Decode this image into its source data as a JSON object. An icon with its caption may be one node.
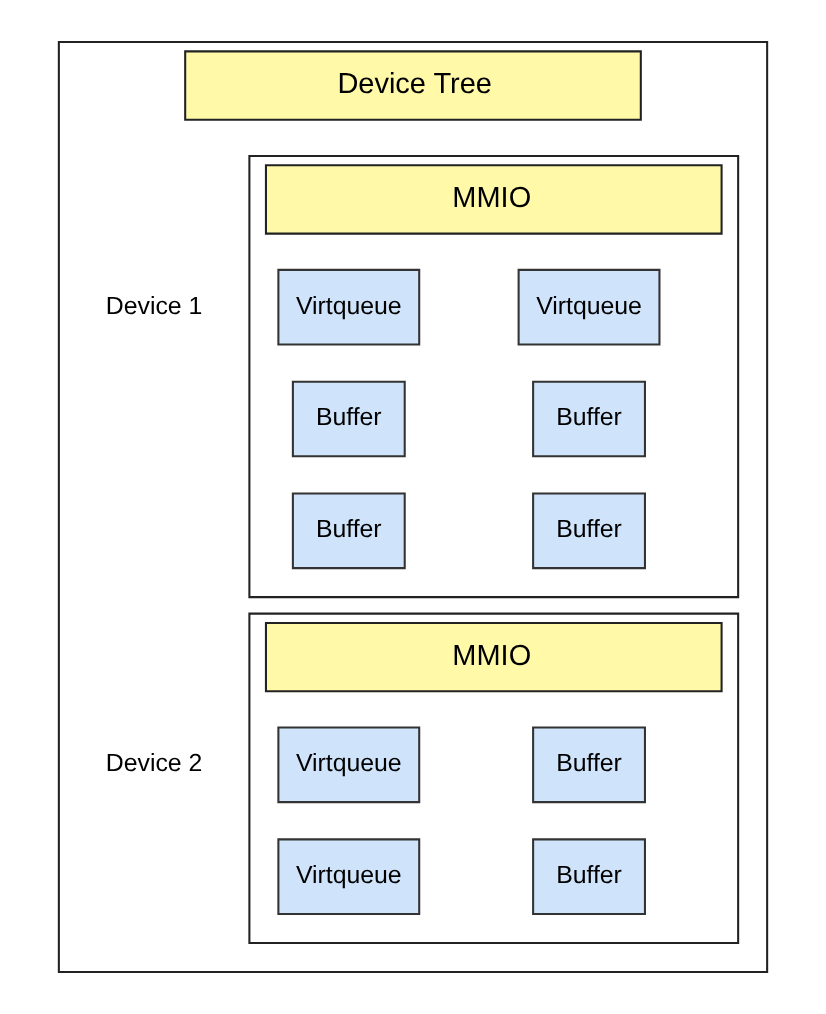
{
  "diagram": {
    "nodes": [
      {
        "text": [
          "Device Tree"
        ]
      },
      {
        "text": [
          "MMIO"
        ],
        "beside": [
          "Device 1"
        ],
        "in": 0
      },
      {
        "text": [
          "Virtqueue"
        ],
        "in": 1
      },
      {
        "text": [
          "Virtqueue"
        ],
        "in": 1
      },
      {
        "text": [
          "Buffer"
        ],
        "in": 1
      },
      {
        "text": [
          "Buffer"
        ],
        "in": 1
      },
      {
        "text": [
          "Buffer"
        ],
        "in": 1
      },
      {
        "text": [
          "Buffer"
        ],
        "in": 1
      },
      {
        "text": [
          "MMIO"
        ],
        "beside": [
          "Device 2"
        ],
        "in": 0
      },
      {
        "text": [
          "Virtqueue"
        ],
        "in": 8
      },
      {
        "text": [
          "Buffer"
        ],
        "in": 8
      },
      {
        "text": [
          "Virtqueue"
        ],
        "in": 8
      },
      {
        "text": [
          "Buffer"
        ],
        "in": 8
      }
    ]
  }
}
